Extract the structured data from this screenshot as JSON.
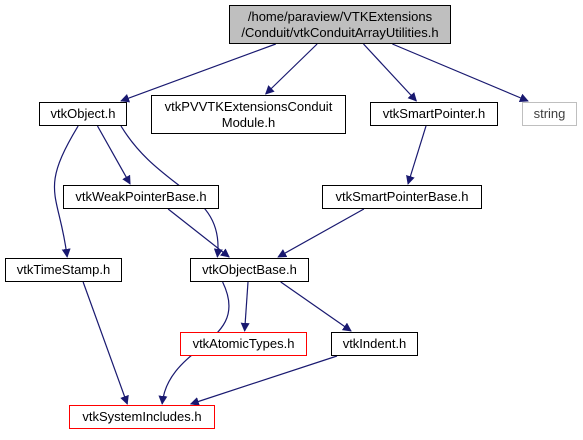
{
  "diagram": {
    "edge_color": "#191970",
    "nodes": {
      "root": {
        "lines": [
          "/home/paraview/VTKExtensions",
          "/Conduit/vtkConduitArrayUtilities.h"
        ],
        "fill": "#bfbfbf",
        "border": "#000000"
      },
      "vtkObject": {
        "lines": [
          "vtkObject.h"
        ],
        "border": "#000000"
      },
      "conduitModule": {
        "lines": [
          "vtkPVVTKExtensionsConduit",
          "Module.h"
        ],
        "border": "#000000"
      },
      "smartPointer": {
        "lines": [
          "vtkSmartPointer.h"
        ],
        "border": "#000000"
      },
      "string": {
        "lines": [
          "string"
        ],
        "border": "#bfbfbf"
      },
      "weakPointerBase": {
        "lines": [
          "vtkWeakPointerBase.h"
        ],
        "border": "#000000"
      },
      "smartPointerBase": {
        "lines": [
          "vtkSmartPointerBase.h"
        ],
        "border": "#000000"
      },
      "timeStamp": {
        "lines": [
          "vtkTimeStamp.h"
        ],
        "border": "#000000"
      },
      "objectBase": {
        "lines": [
          "vtkObjectBase.h"
        ],
        "border": "#000000"
      },
      "atomicTypes": {
        "lines": [
          "vtkAtomicTypes.h"
        ],
        "border": "#ff0000"
      },
      "indent": {
        "lines": [
          "vtkIndent.h"
        ],
        "border": "#000000"
      },
      "systemIncludes": {
        "lines": [
          "vtkSystemIncludes.h"
        ],
        "border": "#ff0000"
      }
    },
    "edges": [
      [
        "root",
        "vtkObject"
      ],
      [
        "root",
        "conduitModule"
      ],
      [
        "root",
        "smartPointer"
      ],
      [
        "root",
        "string"
      ],
      [
        "vtkObject",
        "timeStamp"
      ],
      [
        "vtkObject",
        "weakPointerBase"
      ],
      [
        "vtkObject",
        "objectBase"
      ],
      [
        "smartPointer",
        "smartPointerBase"
      ],
      [
        "weakPointerBase",
        "objectBase"
      ],
      [
        "smartPointerBase",
        "objectBase"
      ],
      [
        "timeStamp",
        "systemIncludes"
      ],
      [
        "objectBase",
        "atomicTypes"
      ],
      [
        "objectBase",
        "indent"
      ],
      [
        "objectBase",
        "systemIncludes"
      ],
      [
        "indent",
        "systemIncludes"
      ]
    ]
  }
}
